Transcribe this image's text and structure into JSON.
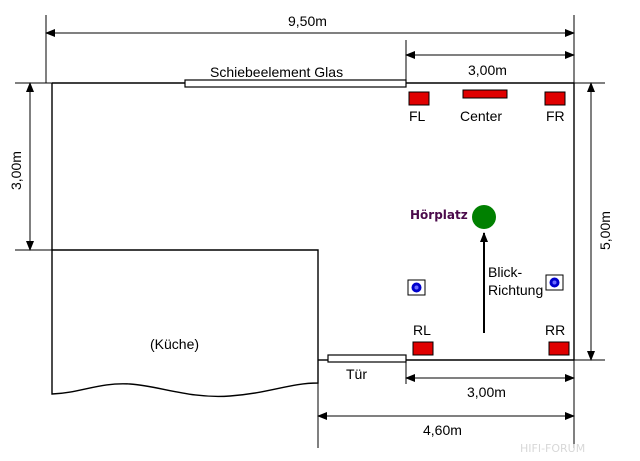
{
  "dimensions": {
    "total_width": "9,50m",
    "top_right_width": "3,00m",
    "left_height": "3,00m",
    "right_height": "5,00m",
    "bottom_right_width": "3,00m",
    "bottom_width": "4,60m"
  },
  "labels": {
    "sliding_glass": "Schiebeelement Glas",
    "kitchen": "(Küche)",
    "door": "Tür",
    "listening_position": "Hörplatz",
    "view_direction_line1": "Blick-",
    "view_direction_line2": "Richtung"
  },
  "speakers": {
    "front_left": "FL",
    "center": "Center",
    "front_right": "FR",
    "rear_left": "RL",
    "rear_right": "RR"
  },
  "watermark": "HIFI-FORUM",
  "colors": {
    "speaker": "#e00000",
    "listener": "#008000",
    "surround_marker": "#0000cc",
    "listening_label": "#4b0a4b"
  }
}
